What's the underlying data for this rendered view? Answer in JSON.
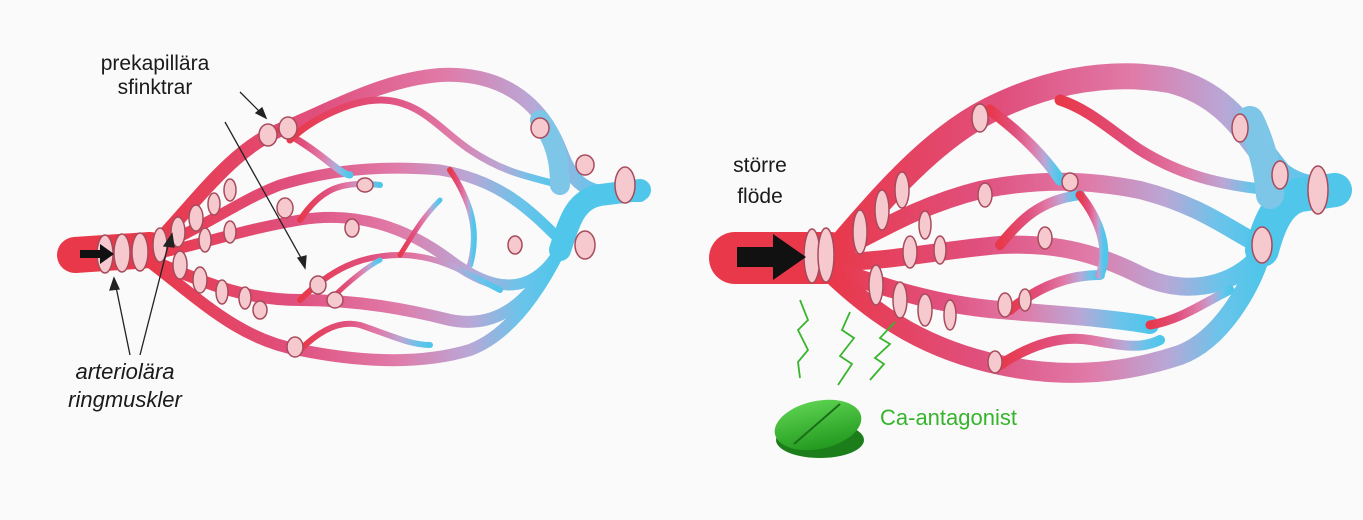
{
  "left_panel": {
    "label_sphincters_line1": "prekapillära",
    "label_sphincters_line2": "sfinktrar",
    "label_muscles_line1": "arteriolära",
    "label_muscles_line2": "ringmuskler"
  },
  "right_panel": {
    "label_flow_line1": "större",
    "label_flow_line2": "flöde",
    "label_drug": "Ca-antagonist"
  },
  "colors": {
    "artery": "#e8384a",
    "capillary": "#e06a9a",
    "vein": "#4fc6ea",
    "ring": "#f6c9cf",
    "drug": "#36b52c",
    "background": "#fafafa"
  }
}
